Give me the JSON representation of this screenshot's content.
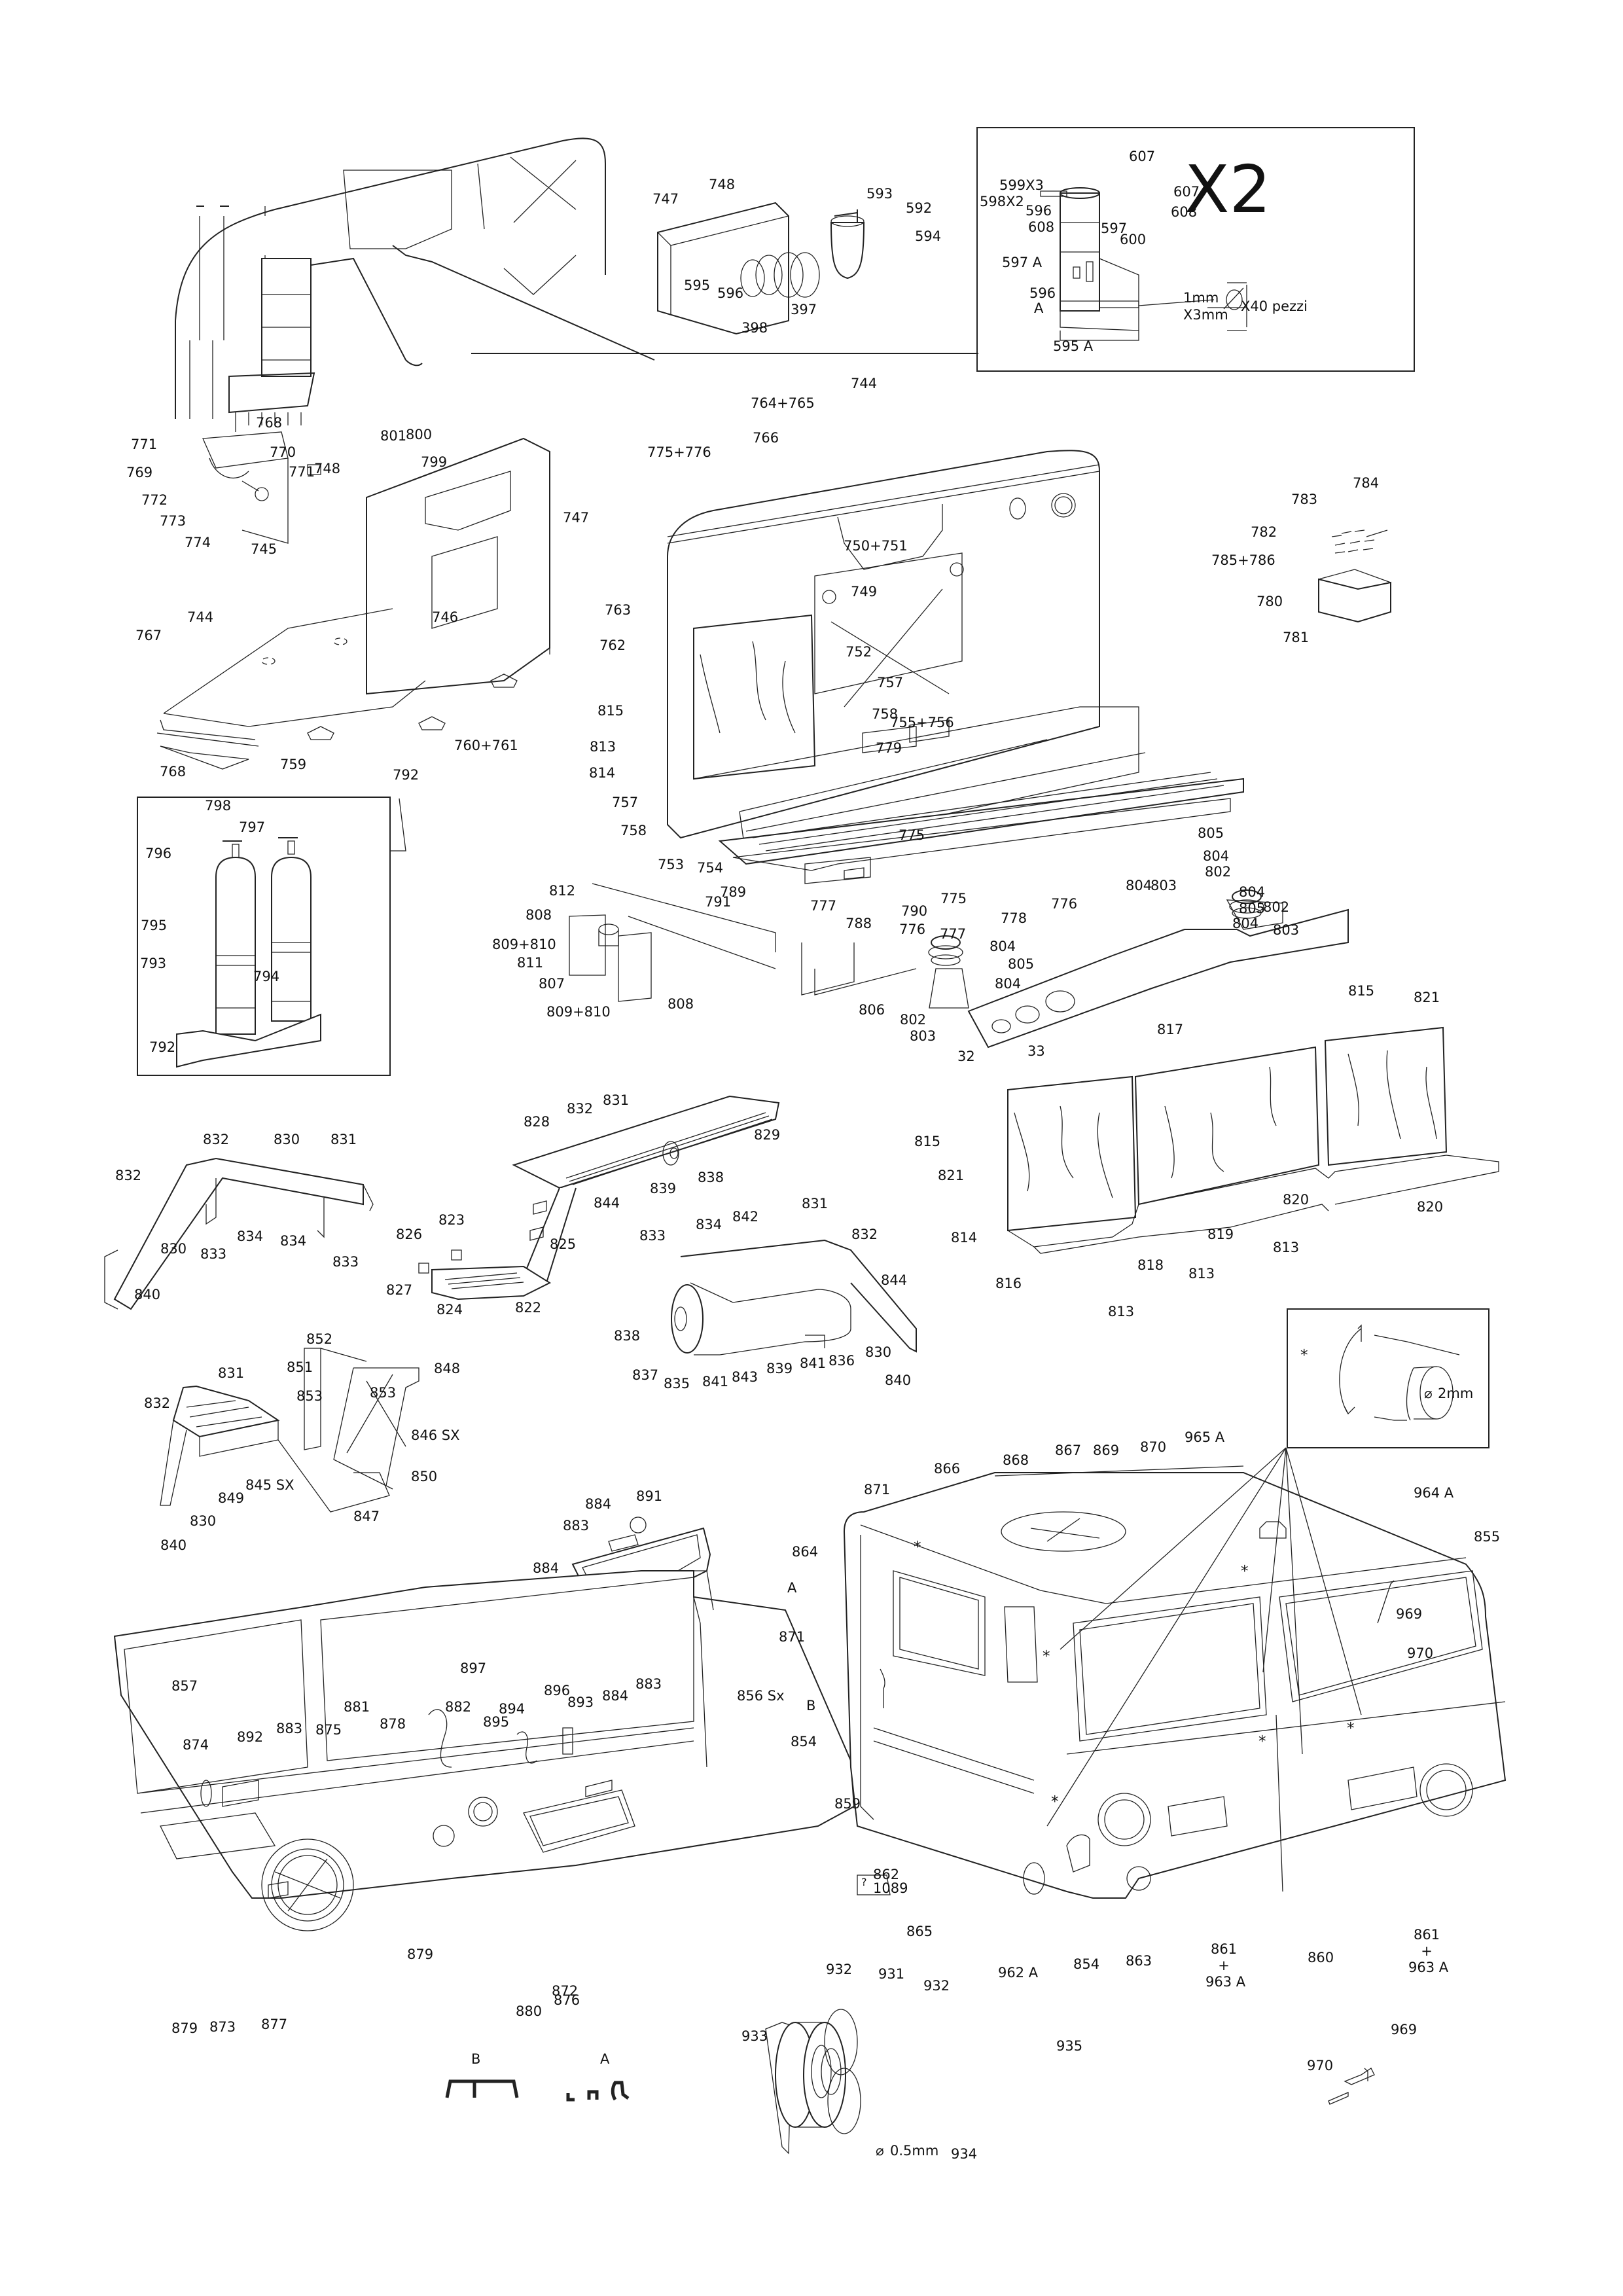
{
  "sheet": {
    "title": "Exploded parts diagram - vehicle cab, bench, interior fittings"
  },
  "top_panel": {
    "labels": [
      "747",
      "748",
      "593",
      "592",
      "594",
      "595",
      "596",
      "397",
      "398"
    ]
  },
  "inset_x2": {
    "multiplier": "X2",
    "labels": [
      "607",
      "599X3",
      "607",
      "598X2",
      "596",
      "608",
      "608",
      "597",
      "600",
      "597 A",
      "596",
      "A",
      "595 A"
    ],
    "note_dia": "1mm",
    "note_len": "X3mm",
    "note_qty": "X40 pezzi"
  },
  "cabinet": {
    "labels": [
      "768",
      "771",
      "770",
      "769",
      "771",
      "772",
      "773",
      "774",
      "801",
      "800",
      "799",
      "748",
      "747",
      "745",
      "746",
      "744",
      "767",
      "768",
      "759",
      "792",
      "760+761"
    ]
  },
  "cylinders_inset": {
    "labels": [
      "798",
      "797",
      "796",
      "795",
      "793",
      "794",
      "792"
    ]
  },
  "rear_wall": {
    "labels": [
      "744",
      "764+765",
      "766",
      "775+776",
      "750+751",
      "749",
      "763",
      "762",
      "752",
      "815",
      "757",
      "758",
      "755+756",
      "813",
      "779",
      "814",
      "757",
      "758",
      "775",
      "753",
      "754",
      "789",
      "791",
      "788",
      "790",
      "776",
      "777",
      "778",
      "777",
      "776",
      "775",
      "804",
      "805",
      "804",
      "802",
      "803"
    ]
  },
  "battery": {
    "labels": [
      "783",
      "784",
      "782",
      "785+786",
      "780",
      "781"
    ]
  },
  "brackets": {
    "labels": [
      "812",
      "808",
      "809+810",
      "811",
      "807",
      "809+810",
      "808"
    ]
  },
  "base_plate": {
    "labels": [
      "804",
      "805",
      "804",
      "806",
      "802",
      "803",
      "32",
      "33"
    ]
  },
  "seat_bench": {
    "labels": [
      "815",
      "821",
      "817",
      "815",
      "821",
      "819",
      "820",
      "814",
      "818",
      "816",
      "813",
      "820",
      "813"
    ]
  },
  "wheel_arch_left": {
    "labels": [
      "832",
      "830",
      "831",
      "832",
      "834",
      "833",
      "830",
      "834",
      "833",
      "840"
    ]
  },
  "step_assembly": {
    "labels": [
      "832",
      "831",
      "828",
      "829",
      "839",
      "838",
      "844",
      "823",
      "826",
      "825",
      "827",
      "824",
      "822"
    ]
  },
  "wheel_arch_right": {
    "labels": [
      "831",
      "833",
      "834",
      "842",
      "832",
      "844",
      "838",
      "837",
      "835",
      "841",
      "843",
      "839",
      "841",
      "836",
      "830",
      "840"
    ]
  },
  "step_box": {
    "labels": [
      "852",
      "851",
      "848",
      "831",
      "853",
      "853",
      "832",
      "846 SX",
      "850",
      "849",
      "845 SX",
      "847",
      "830",
      "840"
    ]
  },
  "mirror": {
    "labels": [
      "884",
      "891",
      "883",
      "884"
    ]
  },
  "dashboard": {
    "labels": [
      "857",
      "897",
      "856 Sx",
      "896",
      "893",
      "884",
      "883",
      "881",
      "882",
      "894",
      "895",
      "874",
      "892",
      "883",
      "875",
      "878",
      "879",
      "873",
      "877",
      "880",
      "876",
      "872",
      "879"
    ]
  },
  "profiles": {
    "label_b": "B",
    "label_a": "A"
  },
  "detail_inset": {
    "mark": "*",
    "dia": "2mm"
  },
  "cab": {
    "labels": [
      "866",
      "868",
      "867",
      "869",
      "870",
      "965 A",
      "871",
      "964 A",
      "864",
      "855",
      "A",
      "871",
      "969",
      "970",
      "B",
      "854",
      "859",
      "865",
      "962 A",
      "854",
      "863",
      "860"
    ],
    "mark": "*",
    "tag_q": "?",
    "tag_862": "862",
    "tag_1089": "1089",
    "lamp_left": [
      "861",
      "+",
      "963 A"
    ],
    "lamp_right": [
      "861",
      "+",
      "963 A"
    ]
  },
  "lamp_assembly": {
    "labels": [
      "932",
      "931",
      "932",
      "933",
      "935",
      "934"
    ],
    "dia": "0.5mm"
  },
  "wiper": {
    "labels": [
      "969",
      "970"
    ]
  }
}
